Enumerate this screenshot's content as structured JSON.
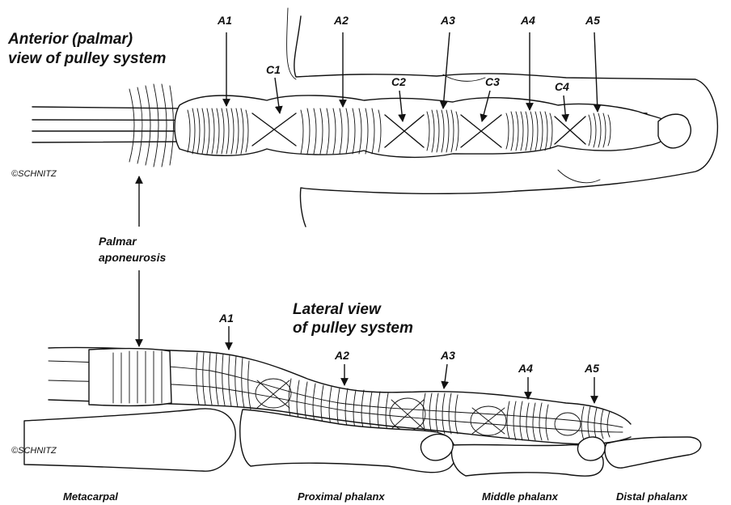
{
  "anterior": {
    "title_line1": "Anterior (palmar)",
    "title_line2": "view of pulley system",
    "annular_labels": [
      "A1",
      "A2",
      "A3",
      "A4",
      "A5"
    ],
    "cruciate_labels": [
      "C1",
      "C2",
      "C3",
      "C4"
    ],
    "signature": "©SCHNITZ"
  },
  "middle_label": {
    "line1": "Palmar",
    "line2": "aponeurosis"
  },
  "lateral": {
    "title_line1": "Lateral view",
    "title_line2": "of pulley system",
    "annular_labels": [
      "A1",
      "A2",
      "A3",
      "A4",
      "A5"
    ],
    "signature": "©SCHNITZ"
  },
  "bones": [
    "Metacarpal",
    "Proximal phalanx",
    "Middle phalanx",
    "Distal phalanx"
  ]
}
